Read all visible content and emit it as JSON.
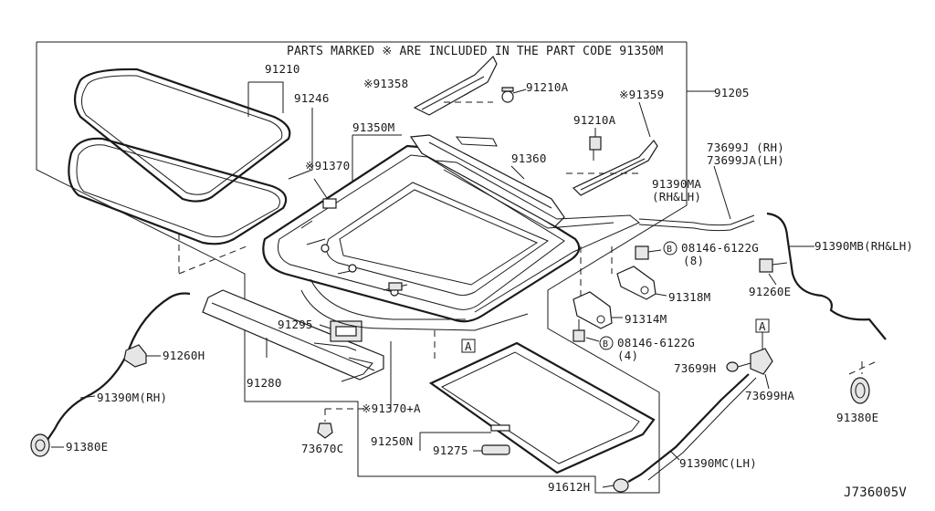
{
  "header": {
    "note_pre": "PARTS MARKED ",
    "note_mark": "※",
    "note_post": " ARE INCLUDED IN THE PART CODE 91350M"
  },
  "diagram_code": "J736005V",
  "ref_box": "A",
  "labels": {
    "p91210": "91210",
    "p91246": "91246",
    "p91358": "※91358",
    "p91210a_1": "91210A",
    "p91210a_2": "91210A",
    "p91359": "※91359",
    "p91205": "91205",
    "p91350m": "91350M",
    "p91360": "91360",
    "p91370": "※91370",
    "p73699j": "73699J (RH)",
    "p73699ja": "73699JA(LH)",
    "p91390ma": "91390MA",
    "p91390ma_sub": "(RH&LH)",
    "p08146_1": "08146-6122G",
    "p08146_1q": "(8)",
    "p91390mb": "91390MB(RH&LH)",
    "p91260e": "91260E",
    "p91318m": "91318M",
    "p91295": "91295",
    "p91314m": "91314M",
    "p08146_2": "08146-6122G",
    "p08146_2q": "(4)",
    "p91260h": "91260H",
    "p73699h": "73699H",
    "p73699ha": "73699HA",
    "p91280": "91280",
    "p91390m_rh": "91390M(RH)",
    "p91370a": "※91370+A",
    "p91380e_1": "91380E",
    "p91380e_2": "91380E",
    "p73670c": "73670C",
    "p91250n": "91250N",
    "p91275": "91275",
    "p91390mc": "91390MC(LH)",
    "p91612h": "91612H",
    "bolt_mark": "B"
  }
}
